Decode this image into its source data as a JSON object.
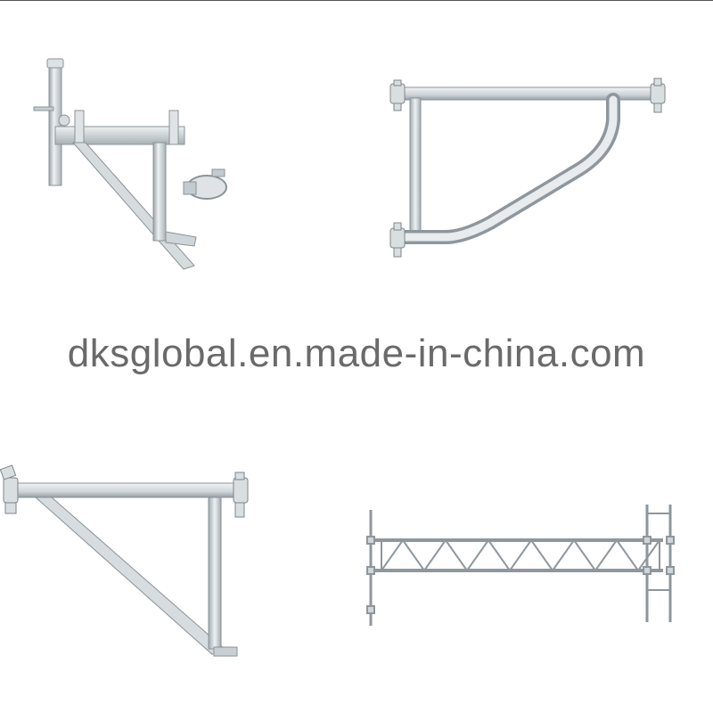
{
  "watermark": {
    "text": "dkSGLOBAL.en.made-in-china.com",
    "display_text": "dksglobal.en.made-in-china.com",
    "color": "#6a6a6a"
  },
  "products": [
    {
      "name": "scaffold-side-bracket-with-coupler"
    },
    {
      "name": "scaffold-curved-bracket"
    },
    {
      "name": "scaffold-triangle-bracket"
    },
    {
      "name": "scaffold-lattice-girder-beam"
    }
  ],
  "colors": {
    "steel_light": "#e4e8eb",
    "steel_mid": "#c4cbd0",
    "steel_dark": "#8d969c",
    "steel_outline": "#7d868c",
    "background": "#ffffff"
  }
}
